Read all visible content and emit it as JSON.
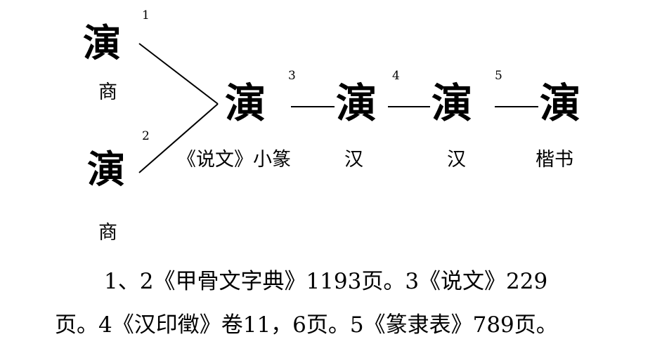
{
  "forms": [
    {
      "number": "1",
      "glyph": "演",
      "label": "商"
    },
    {
      "number": "2",
      "glyph": "演",
      "label": "商"
    },
    {
      "number": "3",
      "glyph": "演",
      "label": "《说文》小篆"
    },
    {
      "number": "4",
      "glyph": "演",
      "label": "汉"
    },
    {
      "number": "5",
      "glyph": "演",
      "label": "汉"
    },
    {
      "glyph": "演",
      "label": "楷书"
    }
  ],
  "caption": {
    "line1": "1、2《甲骨文字典》1193页。3《说文》229",
    "line2": "页。4《汉印徵》卷11，6页。5《篆隶表》789页。"
  }
}
